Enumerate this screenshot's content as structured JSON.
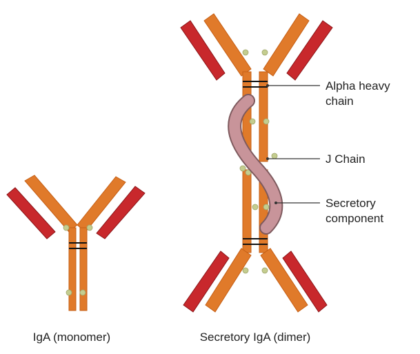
{
  "labels": {
    "monomer": "IgA (monomer)",
    "dimer": "Secretory IgA (dimer)",
    "alpha_line1": "Alpha heavy",
    "alpha_line2": "chain",
    "j_chain": "J Chain",
    "secretory_line1": "Secretory",
    "secretory_line2": "component"
  },
  "colors": {
    "heavy_chain": "#e07a2a",
    "heavy_chain_dark": "#c55f15",
    "light_chain": "#c8282c",
    "light_chain_dark": "#8c1518",
    "glycan": "#c4cd8f",
    "secretory_component": "#c8949a",
    "secretory_component_edge": "#7e5a5e",
    "leader_line": "#333333"
  }
}
